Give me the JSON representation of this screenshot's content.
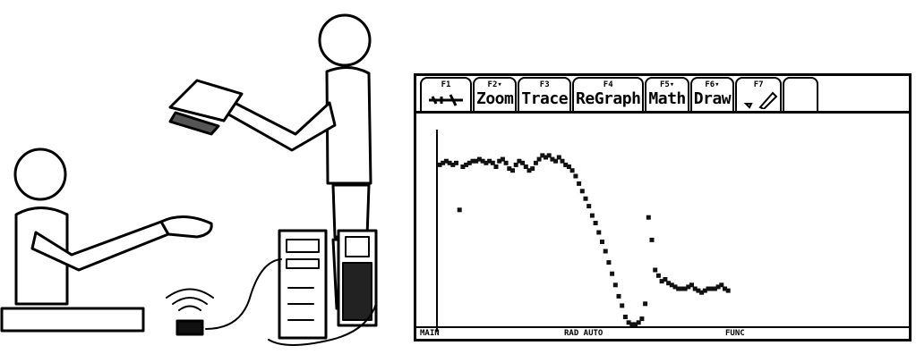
{
  "calculator": {
    "toolbar": [
      {
        "key": "F1",
        "label": "",
        "icon": "tools-icon"
      },
      {
        "key": "F2▾",
        "label": "Zoom"
      },
      {
        "key": "F3",
        "label": "Trace"
      },
      {
        "key": "F4",
        "label": "ReGraph"
      },
      {
        "key": "F5▾",
        "label": "Math"
      },
      {
        "key": "F6▾",
        "label": "Draw"
      },
      {
        "key": "F7",
        "label": "",
        "icon": "pencil-icon"
      }
    ],
    "status": {
      "folder": "MAIN",
      "mode": "RAD AUTO",
      "graph": "FUNC"
    }
  },
  "chart_data": {
    "type": "scatter",
    "title": "",
    "xlabel": "",
    "ylabel": "",
    "series": [
      {
        "x": [
          0,
          1,
          2,
          3,
          4,
          5,
          6,
          7,
          8,
          9,
          10,
          11,
          12,
          13,
          14,
          15,
          16,
          17,
          18,
          19,
          20,
          21,
          22,
          23,
          24,
          25,
          26,
          27,
          28,
          29,
          30,
          31,
          32,
          33,
          34,
          35,
          36,
          37,
          38,
          39,
          40,
          41,
          42,
          43,
          44,
          45,
          46,
          47,
          48,
          49,
          50,
          51,
          52,
          53,
          54,
          55,
          56,
          57,
          58,
          59,
          60,
          61,
          62,
          63,
          64,
          65,
          66,
          67,
          68,
          69,
          70,
          71,
          72,
          73,
          74,
          75,
          76,
          77,
          78,
          79,
          80,
          81,
          82,
          83,
          84,
          85,
          86,
          87
        ],
        "y": [
          0.86,
          0.87,
          0.88,
          0.87,
          0.86,
          0.87,
          0.62,
          0.85,
          0.86,
          0.87,
          0.88,
          0.88,
          0.89,
          0.88,
          0.87,
          0.88,
          0.87,
          0.85,
          0.88,
          0.89,
          0.87,
          0.84,
          0.83,
          0.86,
          0.88,
          0.87,
          0.85,
          0.83,
          0.84,
          0.87,
          0.89,
          0.91,
          0.9,
          0.91,
          0.89,
          0.88,
          0.9,
          0.88,
          0.86,
          0.85,
          0.83,
          0.8,
          0.76,
          0.72,
          0.68,
          0.64,
          0.59,
          0.55,
          0.5,
          0.45,
          0.4,
          0.34,
          0.28,
          0.22,
          0.16,
          0.11,
          0.05,
          0.02,
          0.01,
          0.01,
          0.02,
          0.04,
          0.12,
          0.58,
          0.46,
          0.3,
          0.27,
          0.24,
          0.25,
          0.23,
          0.22,
          0.21,
          0.2,
          0.2,
          0.2,
          0.21,
          0.22,
          0.2,
          0.19,
          0.18,
          0.19,
          0.2,
          0.2,
          0.2,
          0.21,
          0.22,
          0.2,
          0.19
        ]
      }
    ],
    "xlim": [
      0,
      135
    ],
    "ylim": [
      0,
      1
    ],
    "grid": false,
    "legend": "none"
  }
}
